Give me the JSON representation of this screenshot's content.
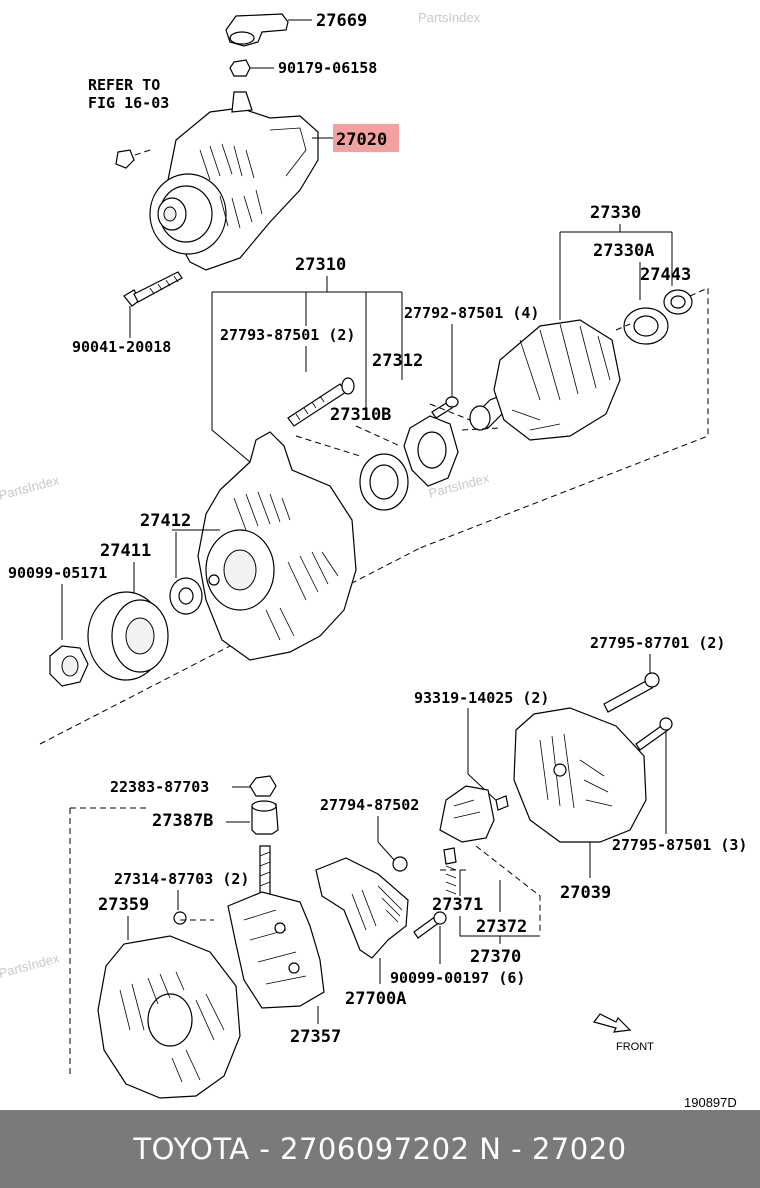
{
  "watermarks": [
    "PartsIndex",
    "PartsIndex",
    "PartsIndex",
    "PartsIndex"
  ],
  "labels": {
    "cap": "27669",
    "nut": "90179-06158",
    "refer1": "REFER TO",
    "refer2": "FIG 16-03",
    "alternator": "27020",
    "bolt": "90041-20018",
    "frame_assy": "27310",
    "stud_a": "27793-87501 (2)",
    "screw_a": "27792-87501 (4)",
    "retainer": "27312",
    "bearing_b": "27310B",
    "rotor": "27330",
    "rotor_a": "27330A",
    "bearing": "27443",
    "spacer": "27412",
    "pulley": "27411",
    "pulley_nut": "90099-05171",
    "bolt_c": "27795-87701 (2)",
    "screw_c": "93319-14025 (2)",
    "insulator": "22383-87703",
    "bushing": "27387B",
    "screw_d": "27794-87502",
    "stud_b": "27314-87703 (2)",
    "rectifier_end": "27359",
    "rear_cover": "27039",
    "bolt_d": "27795-87501 (3)",
    "brush": "27371",
    "holder": "27372",
    "holder_assy": "27370",
    "screw_e": "90099-00197 (6)",
    "regulator": "27700A",
    "rectifier": "27357",
    "front_arrow": "FRONT",
    "diagram_code": "190897D"
  },
  "highlight_color": "#f4a0a0",
  "footer": {
    "text": "TOYOTA - 2706097202      N - 27020"
  }
}
